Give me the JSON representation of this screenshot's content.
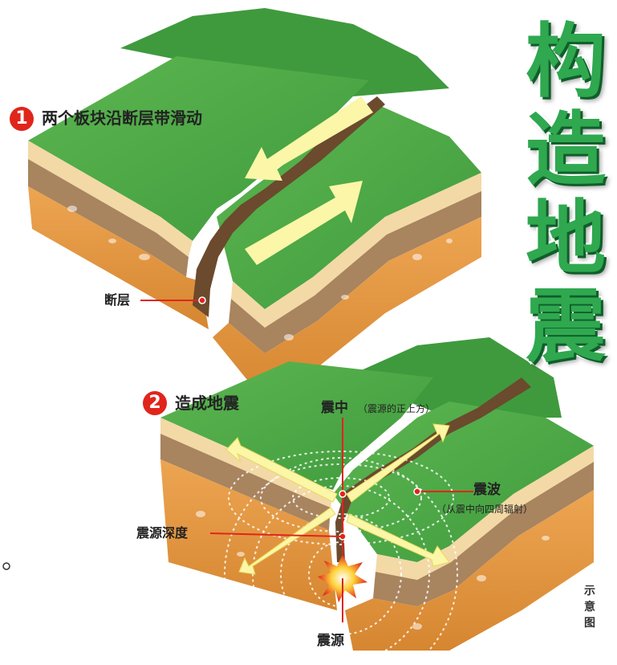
{
  "title_chars": [
    "构",
    "造",
    "地",
    "震"
  ],
  "step1": {
    "number": "1",
    "text": "两个板块沿断层带滑动"
  },
  "step2": {
    "number": "2",
    "text": "造成地震"
  },
  "labels": {
    "fault": "断层",
    "epicenter": "震中",
    "epicenter_note": "（震源的正上方）",
    "focal_depth": "震源深度",
    "seismic_wave": "震波",
    "seismic_wave_note": "（从震中向四周辐射）",
    "focus": "震源"
  },
  "corner_note": [
    "示",
    "意",
    "图"
  ],
  "colors": {
    "grass": "#4fae4a",
    "grass_dark": "#3d8f3a",
    "sand_layer": "#f3d9a6",
    "brown_layer": "#a8845f",
    "orange_layer": "#e8a04a",
    "orange_deep": "#d98a33",
    "fault_crack": "#6b4a2d",
    "arrow": "#fbf6a8",
    "title_green": "#2fa84f",
    "badge_red": "#e0251b"
  }
}
